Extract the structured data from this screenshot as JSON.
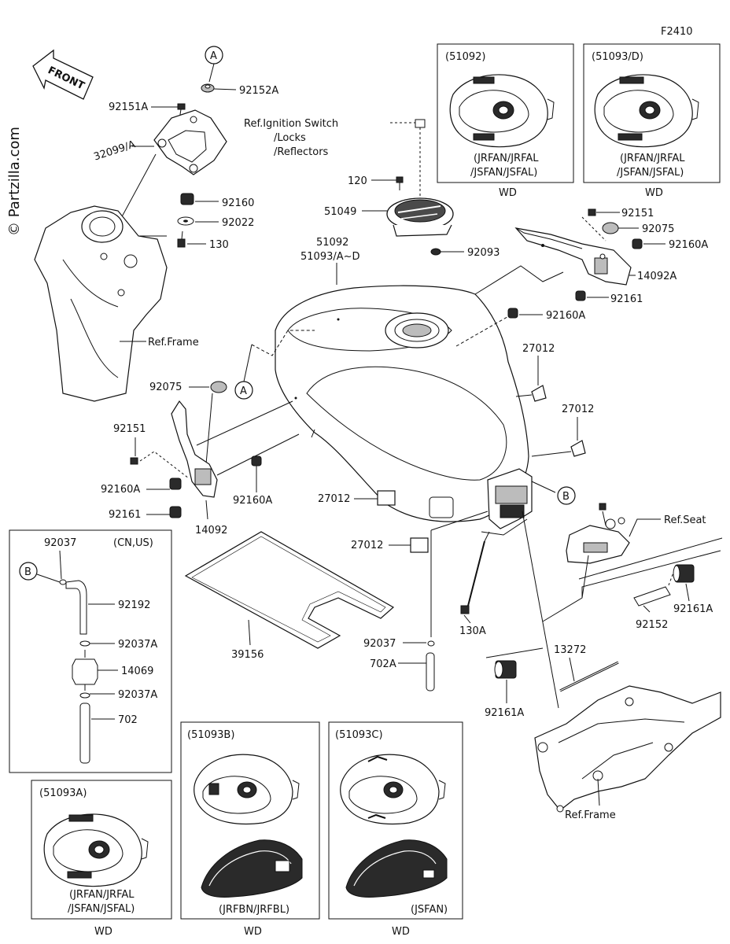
{
  "diagram_id": "F2410",
  "copyright": "© Partzilla.com",
  "front_label": "FRONT",
  "callouts": {
    "a": "A",
    "b": "B"
  },
  "labels": {
    "p92152A": "92152A",
    "p92151A": "92151A",
    "p32099A": "32099/A",
    "p92160_top": "92160",
    "p92022": "92022",
    "p130": "130",
    "ref_frame_left": "Ref.Frame",
    "ref_ignition_1": "Ref.Ignition Switch",
    "ref_ignition_2": "/Locks",
    "ref_ignition_3": "/Reflectors",
    "p120": "120",
    "p51049": "51049",
    "p51092": "51092",
    "p51093AD": "51093/A~D",
    "p92093": "92093",
    "p92151_right": "92151",
    "p92075_right": "92075",
    "p92160A_right": "92160A",
    "p14092A": "14092A",
    "p92161_right": "92161",
    "p92160A_mid": "92160A",
    "p27012_a": "27012",
    "p27012_b": "27012",
    "p27012_c": "27012",
    "p27012_d": "27012",
    "p92075_left": "92075",
    "p92151_left": "92151",
    "p92160A_left": "92160A",
    "p92160A_center": "92160A",
    "p92161_left": "92161",
    "p14092": "14092",
    "ref_seat": "Ref.Seat",
    "p92161A_right": "92161A",
    "p92152": "92152",
    "p130A": "130A",
    "p13272": "13272",
    "p92161A_bottom": "92161A",
    "p39156": "39156",
    "p92037_mid": "92037",
    "p702A": "702A",
    "ref_frame_right": "Ref.Frame"
  },
  "inset_hose": {
    "region": "(CN,US)",
    "p92037": "92037",
    "p92192": "92192",
    "p92037A_1": "92037A",
    "p14069": "14069",
    "p92037A_2": "92037A",
    "p702": "702"
  },
  "insets": {
    "i51092": {
      "title": "(51092)",
      "models_1": "(JRFAN/JRFAL",
      "models_2": "/JSFAN/JSFAL)",
      "footer": "WD"
    },
    "i51093D": {
      "title": "(51093/D)",
      "models_1": "(JRFAN/JRFAL",
      "models_2": "/JSFAN/JSFAL)",
      "footer": "WD"
    },
    "i51093A": {
      "title": "(51093A)",
      "models_1": "(JRFAN/JRFAL",
      "models_2": "/JSFAN/JSFAL)",
      "footer": "WD"
    },
    "i51093B": {
      "title": "(51093B)",
      "models_1": "(JRFBN/JRFBL)",
      "footer": "WD"
    },
    "i51093C": {
      "title": "(51093C)",
      "models_1": "(JSFAN)",
      "footer": "WD"
    }
  }
}
